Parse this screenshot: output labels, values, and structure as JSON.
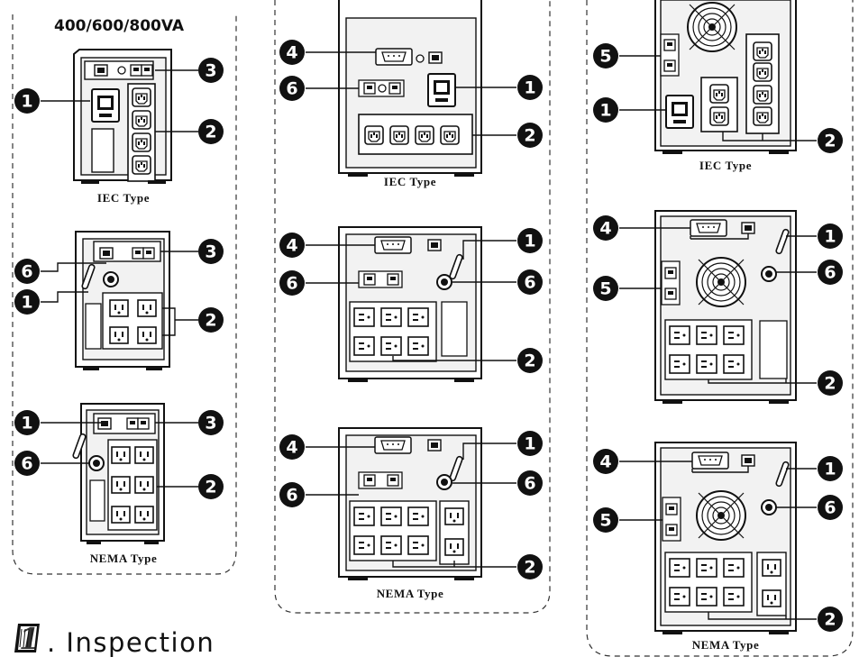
{
  "group_title": "400/600/800VA",
  "type_labels": {
    "iec": "IEC Type",
    "nema": "NEMA Type"
  },
  "footer": {
    "step_number": "1",
    "title": ". Inspection"
  },
  "callouts": [
    "1",
    "2",
    "3",
    "4",
    "5",
    "6"
  ],
  "colors": {
    "ink": "#111111",
    "panel": "#f2f2f2",
    "paper": "#ffffff"
  }
}
